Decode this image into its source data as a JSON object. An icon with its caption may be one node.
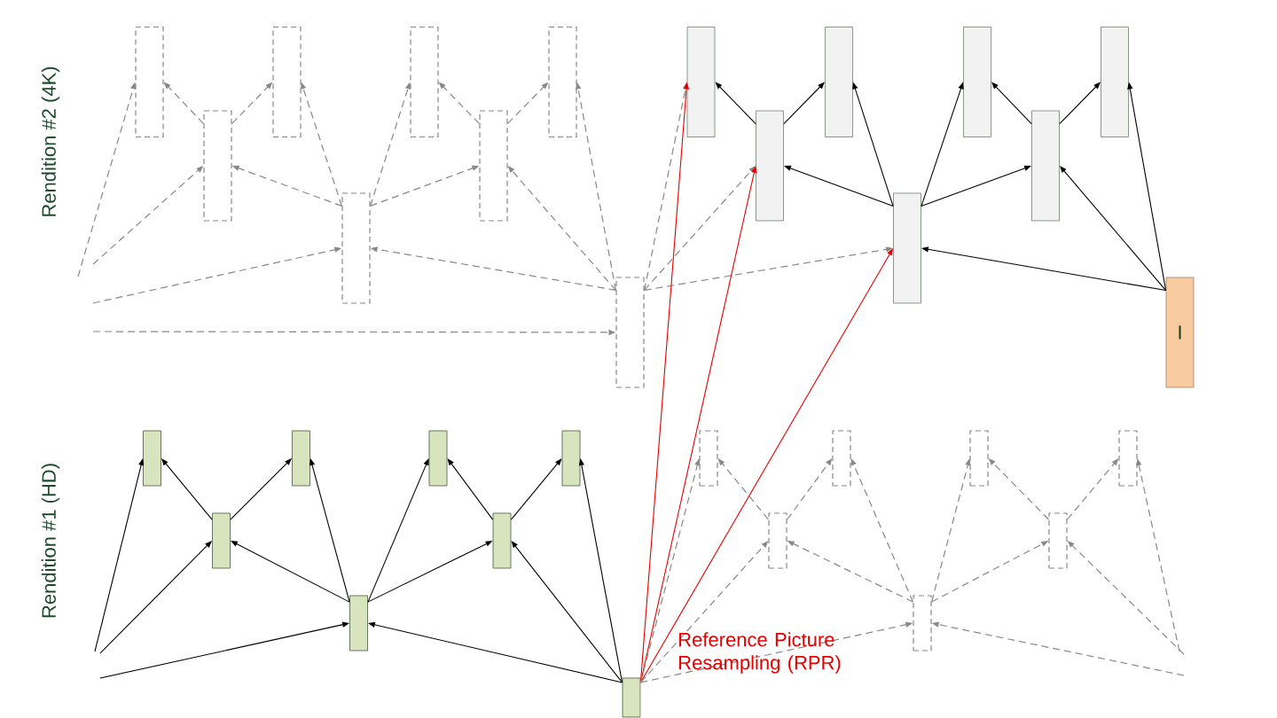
{
  "diagram": {
    "nodes": [
      {
        "text": [],
        "shape": "box"
      },
      {
        "text": [],
        "shape": "box"
      },
      {
        "text": [],
        "shape": "box"
      },
      {
        "text": [],
        "shape": "box"
      },
      {
        "text": [],
        "shape": "box"
      },
      {
        "text": [],
        "shape": "box"
      },
      {
        "text": [],
        "shape": "box"
      },
      {
        "text": [],
        "shape": "box"
      },
      {
        "text": [],
        "shape": "box"
      },
      {
        "text": [],
        "shape": "box"
      },
      {
        "text": [],
        "shape": "box"
      },
      {
        "text": [],
        "shape": "box"
      },
      {
        "text": [],
        "shape": "box"
      },
      {
        "text": [],
        "shape": "box"
      },
      {
        "text": [],
        "shape": "box"
      },
      {
        "text": [
          "I"
        ]
      },
      {
        "text": [],
        "shape": "box"
      },
      {
        "text": [],
        "shape": "box"
      },
      {
        "text": [],
        "shape": "box"
      },
      {
        "text": [],
        "shape": "box"
      },
      {
        "text": [],
        "shape": "box"
      },
      {
        "text": [],
        "shape": "box"
      },
      {
        "text": [],
        "shape": "box"
      },
      {
        "text": [],
        "shape": "box"
      },
      {
        "text": [],
        "shape": "box"
      },
      {
        "text": [],
        "shape": "box"
      },
      {
        "text": [],
        "shape": "box"
      },
      {
        "text": [],
        "shape": "box"
      },
      {
        "text": [],
        "shape": "box"
      },
      {
        "text": [],
        "shape": "box"
      },
      {
        "text": [],
        "shape": "box"
      }
    ],
    "edges": [
      {
        "from": null,
        "to": 0,
        "arrow": "to",
        "style": "dashed"
      },
      {
        "from": 8,
        "to": 0,
        "arrow": "to",
        "style": "dashed"
      },
      {
        "from": 8,
        "to": 1,
        "arrow": "to",
        "style": "dashed"
      },
      {
        "from": 12,
        "to": 1,
        "arrow": "to",
        "style": "dashed"
      },
      {
        "from": 12,
        "to": 2,
        "arrow": "to",
        "style": "dashed"
      },
      {
        "from": 9,
        "to": 2,
        "arrow": "to",
        "style": "dashed"
      },
      {
        "from": 9,
        "to": 3,
        "arrow": "to",
        "style": "dashed"
      },
      {
        "from": 14,
        "to": 3,
        "arrow": "to",
        "style": "dashed"
      },
      {
        "from": null,
        "to": 8,
        "arrow": "to",
        "style": "dashed"
      },
      {
        "from": 12,
        "to": 8,
        "arrow": "to",
        "style": "dashed"
      },
      {
        "from": 12,
        "to": 9,
        "arrow": "to",
        "style": "dashed"
      },
      {
        "from": 14,
        "to": 9,
        "arrow": "to",
        "style": "dashed"
      },
      {
        "from": null,
        "to": 12,
        "arrow": "to",
        "style": "dashed"
      },
      {
        "from": 14,
        "to": 12,
        "arrow": "to",
        "style": "dashed"
      },
      {
        "from": null,
        "to": 14,
        "arrow": "to",
        "style": "dashed"
      },
      {
        "from": 14,
        "to": 4,
        "arrow": "to",
        "style": "dashed"
      },
      {
        "from": 10,
        "to": 4,
        "arrow": "to",
        "color": "#000000"
      },
      {
        "from": 10,
        "to": 5,
        "arrow": "to",
        "color": "#000000"
      },
      {
        "from": 13,
        "to": 5,
        "arrow": "to",
        "color": "#000000"
      },
      {
        "from": 13,
        "to": 6,
        "arrow": "to",
        "color": "#000000"
      },
      {
        "from": 11,
        "to": 6,
        "arrow": "to",
        "color": "#000000"
      },
      {
        "from": 11,
        "to": 7,
        "arrow": "to",
        "color": "#000000"
      },
      {
        "from": 15,
        "to": 7,
        "arrow": "to",
        "color": "#000000"
      },
      {
        "from": 14,
        "to": 10,
        "arrow": "to",
        "style": "dashed"
      },
      {
        "from": 13,
        "to": 10,
        "arrow": "to",
        "color": "#000000"
      },
      {
        "from": 13,
        "to": 11,
        "arrow": "to",
        "color": "#000000"
      },
      {
        "from": 15,
        "to": 11,
        "arrow": "to",
        "color": "#000000"
      },
      {
        "from": 14,
        "to": 13,
        "arrow": "to",
        "style": "dashed"
      },
      {
        "from": 15,
        "to": 13,
        "arrow": "to",
        "color": "#000000"
      },
      {
        "from": 30,
        "to": 4,
        "arrow": "to",
        "color": "#e60000"
      },
      {
        "from": 30,
        "to": 10,
        "arrow": "to",
        "color": "#e60000"
      },
      {
        "from": 30,
        "to": 13,
        "arrow": "to",
        "color": "#e60000"
      },
      {
        "from": null,
        "to": 16,
        "arrow": "to",
        "color": "#000000"
      },
      {
        "from": 24,
        "to": 16,
        "arrow": "to",
        "color": "#000000"
      },
      {
        "from": 24,
        "to": 17,
        "arrow": "to",
        "color": "#000000"
      },
      {
        "from": 28,
        "to": 17,
        "arrow": "to",
        "color": "#000000"
      },
      {
        "from": 28,
        "to": 18,
        "arrow": "to",
        "color": "#000000"
      },
      {
        "from": 25,
        "to": 18,
        "arrow": "to",
        "color": "#000000"
      },
      {
        "from": 25,
        "to": 19,
        "arrow": "to",
        "color": "#000000"
      },
      {
        "from": 30,
        "to": 19,
        "arrow": "to",
        "color": "#000000"
      },
      {
        "from": null,
        "to": 24,
        "arrow": "to",
        "color": "#000000"
      },
      {
        "from": 28,
        "to": 24,
        "arrow": "to",
        "color": "#000000"
      },
      {
        "from": 28,
        "to": 25,
        "arrow": "to",
        "color": "#000000"
      },
      {
        "from": 30,
        "to": 25,
        "arrow": "to",
        "color": "#000000"
      },
      {
        "from": null,
        "to": 28,
        "arrow": "to",
        "color": "#000000"
      },
      {
        "from": 30,
        "to": 28,
        "arrow": "to",
        "color": "#000000"
      },
      {
        "from": 30,
        "to": 20,
        "arrow": "to",
        "style": "dashed"
      },
      {
        "from": 26,
        "to": 20,
        "arrow": "to",
        "style": "dashed"
      },
      {
        "from": 26,
        "to": 21,
        "arrow": "to",
        "style": "dashed"
      },
      {
        "from": 29,
        "to": 21,
        "arrow": "to",
        "style": "dashed"
      },
      {
        "from": 29,
        "to": 22,
        "arrow": "to",
        "style": "dashed"
      },
      {
        "from": 27,
        "to": 22,
        "arrow": "to",
        "style": "dashed"
      },
      {
        "from": 27,
        "to": 23,
        "arrow": "to",
        "style": "dashed"
      },
      {
        "from": null,
        "to": 23,
        "arrow": "to",
        "style": "dashed"
      },
      {
        "from": 30,
        "to": 26,
        "arrow": "to",
        "style": "dashed"
      },
      {
        "from": 29,
        "to": 26,
        "arrow": "to",
        "style": "dashed"
      },
      {
        "from": 29,
        "to": 27,
        "arrow": "to",
        "style": "dashed"
      },
      {
        "from": null,
        "to": 27,
        "arrow": "to",
        "style": "dashed"
      },
      {
        "from": 30,
        "to": 29,
        "arrow": "to",
        "style": "dashed"
      },
      {
        "from": null,
        "to": 29,
        "arrow": "to",
        "style": "dashed"
      }
    ],
    "labels": [
      "Rendition #2 (4K)",
      "Rendition #1 (HD)",
      "Reference Picture Resampling (RPR)"
    ]
  }
}
